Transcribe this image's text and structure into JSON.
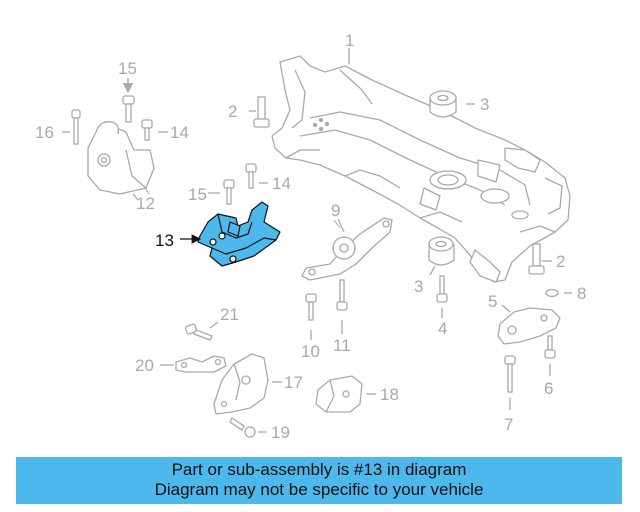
{
  "parts": [
    {
      "label": "1"
    },
    {
      "label": "3"
    },
    {
      "label": "2"
    },
    {
      "label": "15"
    },
    {
      "label": "16"
    },
    {
      "label": "14"
    },
    {
      "label": "12"
    },
    {
      "label": "15"
    },
    {
      "label": "14"
    },
    {
      "label": "13",
      "highlighted": true
    },
    {
      "label": "9"
    },
    {
      "label": "3"
    },
    {
      "label": "4"
    },
    {
      "label": "2"
    },
    {
      "label": "5"
    },
    {
      "label": "8"
    },
    {
      "label": "21"
    },
    {
      "label": "10"
    },
    {
      "label": "11"
    },
    {
      "label": "20"
    },
    {
      "label": "17"
    },
    {
      "label": "18"
    },
    {
      "label": "6"
    },
    {
      "label": "7"
    },
    {
      "label": "19"
    }
  ],
  "colors": {
    "line": "#a6a9ad",
    "highlight_fill": "#4cb8ec",
    "highlight_stroke": "#111111",
    "banner": "#4cb8ec"
  },
  "banner": {
    "line1": "Part or sub-assembly is #13 in diagram",
    "line2": "Diagram may not be specific to your vehicle"
  }
}
